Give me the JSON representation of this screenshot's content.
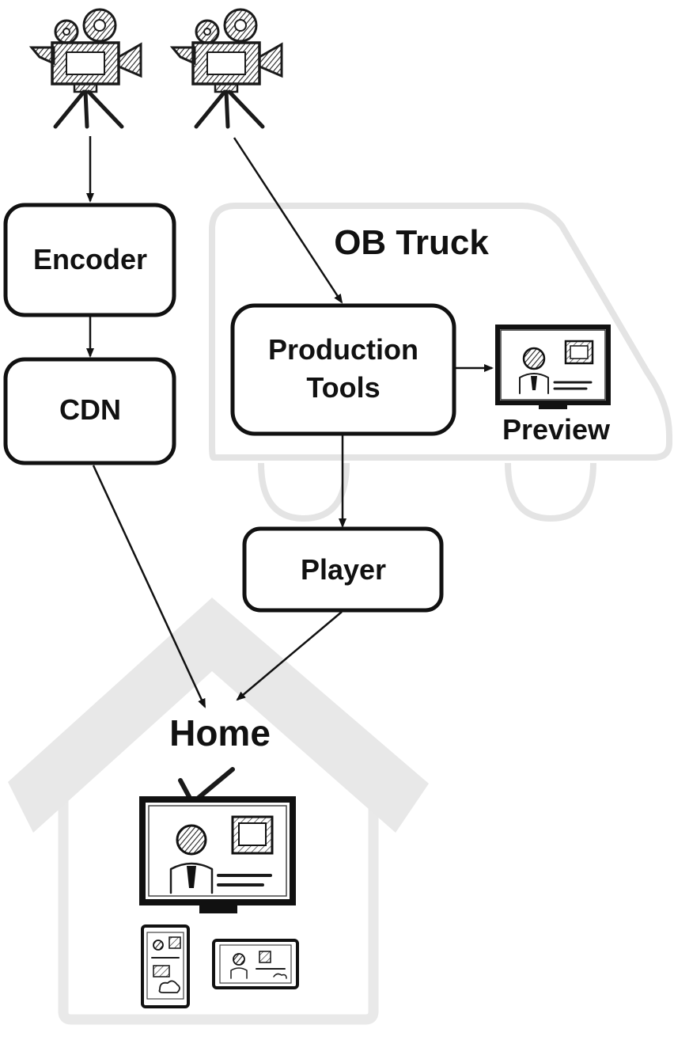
{
  "diagram": {
    "nodes": {
      "encoder": "Encoder",
      "cdn": "CDN",
      "production_tools_line1": "Production",
      "production_tools_line2": "Tools",
      "player": "Player"
    },
    "labels": {
      "ob_truck": "OB Truck",
      "preview": "Preview",
      "home": "Home"
    },
    "icons": [
      "camera-icon",
      "camera-icon",
      "monitor-icon",
      "tv-icon",
      "phone-icon",
      "tablet-icon",
      "truck-outline",
      "house-outline"
    ],
    "edges": [
      {
        "from": "camera-1",
        "to": "encoder"
      },
      {
        "from": "encoder",
        "to": "cdn"
      },
      {
        "from": "cdn",
        "to": "home"
      },
      {
        "from": "camera-2",
        "to": "production_tools"
      },
      {
        "from": "production_tools",
        "to": "preview"
      },
      {
        "from": "production_tools",
        "to": "player"
      },
      {
        "from": "player",
        "to": "home"
      }
    ],
    "colors": {
      "ink": "#111111",
      "watermark": "#e8e8e8",
      "truck_outline": "#e6e6e6"
    }
  }
}
